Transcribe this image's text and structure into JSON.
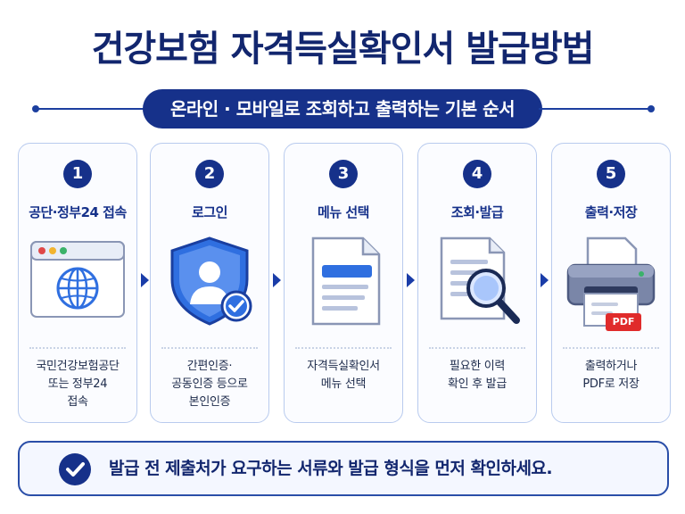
{
  "title": "건강보험 자격득실확인서 발급방법",
  "subtitle": "온라인 · 모바일로 조회하고 출력하는 기본 순서",
  "steps": [
    {
      "number": "1",
      "title": "공단·정부24 접속",
      "icon": "globe-browser-icon",
      "desc": "국민건강보험공단\n또는 정부24\n접속"
    },
    {
      "number": "2",
      "title": "로그인",
      "icon": "shield-user-check-icon",
      "desc": "간편인증·\n공동인증 등으로\n본인인증"
    },
    {
      "number": "3",
      "title": "메뉴 선택",
      "icon": "document-menu-icon",
      "desc": "자격득실확인서\n메뉴 선택"
    },
    {
      "number": "4",
      "title": "조회·발급",
      "icon": "document-magnifier-icon",
      "desc": "필요한 이력\n확인 후 발급"
    },
    {
      "number": "5",
      "title": "출력·저장",
      "icon": "printer-pdf-icon",
      "desc": "출력하거나\nPDF로 저장",
      "badge": "PDF"
    }
  ],
  "note": "발급 전 제출처가 요구하는 서류와 발급 형식을 먼저 확인하세요.",
  "colors": {
    "primary": "#16318a",
    "accent": "#2f6fe0",
    "red": "#e02b2b"
  }
}
